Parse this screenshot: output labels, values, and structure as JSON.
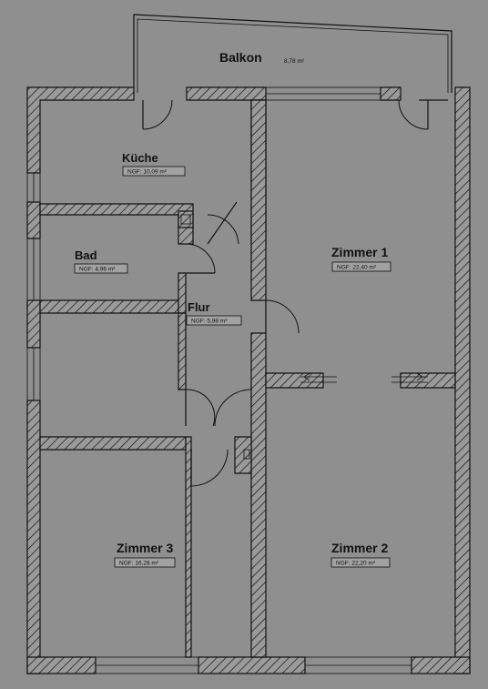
{
  "floorplan": {
    "balkon": {
      "name": "Balkon",
      "area": "8,78 m²"
    },
    "rooms": {
      "kueche": {
        "name": "Küche",
        "area": "NGF: 10,09 m²"
      },
      "bad": {
        "name": "Bad",
        "area": "NGF: 4,96 m²"
      },
      "flur": {
        "name": "Flur",
        "area": "NGF: 5,98 m²"
      },
      "zimmer1": {
        "name": "Zimmer 1",
        "area": "NGF: 22,40 m²"
      },
      "zimmer2": {
        "name": "Zimmer 2",
        "area": "NGF: 22,20 m²"
      },
      "zimmer3": {
        "name": "Zimmer 3",
        "area": "NGF: 16,28 m²"
      }
    }
  },
  "colors": {
    "background": "#8f8f8f",
    "lines": "#111111"
  }
}
